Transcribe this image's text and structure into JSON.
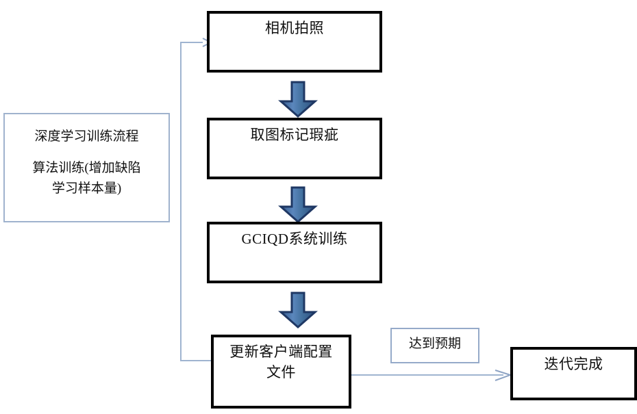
{
  "diagram": {
    "type": "flowchart",
    "title": "深度学习训练流程",
    "orientation": "top-to-bottom with feedback loop",
    "colors": {
      "box_border": "#000000",
      "box_fill": "#ffffff",
      "arrow_fill": "#3d6fa5",
      "arrow_outline": "#1f3864",
      "thin_line": "#95aac9",
      "note_border": "#95aac9",
      "text": "#111111"
    },
    "side_panel": {
      "name": "deep-learning-training-note",
      "line1": "深度学习训练流程",
      "line2": "算法训练(增加缺陷\n学习样本量)"
    },
    "nodes": [
      {
        "id": "n1",
        "label": "相机拍照"
      },
      {
        "id": "n2",
        "label": "取图标记瑕疵"
      },
      {
        "id": "n3",
        "label": "GCIQD系统训练"
      },
      {
        "id": "n4",
        "label": "更新客户端配置\n文件"
      },
      {
        "id": "n5",
        "label": "迭代完成"
      }
    ],
    "edge_label": "达到预期",
    "edges": [
      {
        "from": "n1",
        "to": "n2",
        "style": "block-arrow-down"
      },
      {
        "from": "n2",
        "to": "n3",
        "style": "block-arrow-down"
      },
      {
        "from": "n3",
        "to": "n4",
        "style": "block-arrow-down"
      },
      {
        "from": "n4",
        "to": "n5",
        "style": "thin-arrow-right",
        "label": "达到预期"
      },
      {
        "from": "n4",
        "to": "n1",
        "style": "thin-feedback-loop"
      }
    ]
  }
}
